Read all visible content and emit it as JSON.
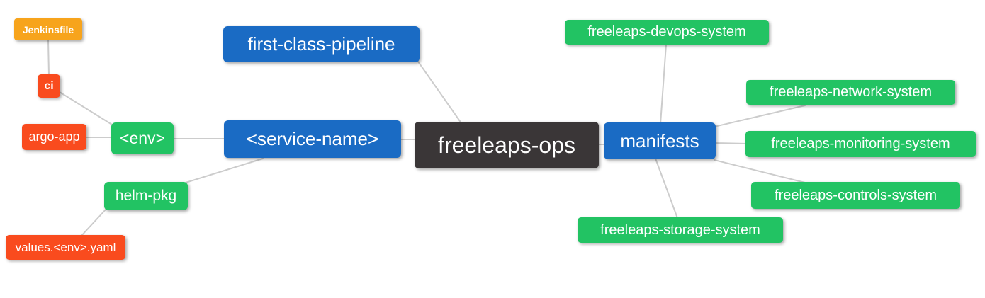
{
  "diagram": {
    "type": "mind-map",
    "background": "#ffffff",
    "edge_color": "#cccccc",
    "palette": {
      "root_dark": "#3a3637",
      "branch_blue": "#1a6bc4",
      "leaf_green": "#22c363",
      "leaf_red": "#f94b1e",
      "leaf_orange": "#f7a41c"
    },
    "nodes": {
      "jenkinsfile": {
        "label": "Jenkinsfile",
        "color": "#f7a41c"
      },
      "ci": {
        "label": "ci",
        "color": "#f94b1e"
      },
      "argo_app": {
        "label": "argo-app",
        "color": "#f94b1e"
      },
      "env": {
        "label": "<env>",
        "color": "#22c363"
      },
      "helm_pkg": {
        "label": "helm-pkg",
        "color": "#22c363"
      },
      "values_env_yaml": {
        "label": "values.<env>.yaml",
        "color": "#f94b1e"
      },
      "first_class_pipeline": {
        "label": "first-class-pipeline",
        "color": "#1a6bc4"
      },
      "service_name": {
        "label": "<service-name>",
        "color": "#1a6bc4"
      },
      "freeleaps_ops": {
        "label": "freeleaps-ops",
        "color": "#3a3637"
      },
      "manifests": {
        "label": "manifests",
        "color": "#1a6bc4"
      },
      "devops_system": {
        "label": "freeleaps-devops-system",
        "color": "#22c363"
      },
      "network_system": {
        "label": "freeleaps-network-system",
        "color": "#22c363"
      },
      "monitoring_system": {
        "label": "freeleaps-monitoring-system",
        "color": "#22c363"
      },
      "controls_system": {
        "label": "freeleaps-controls-system",
        "color": "#22c363"
      },
      "storage_system": {
        "label": "freeleaps-storage-system",
        "color": "#22c363"
      }
    },
    "edges": [
      [
        "jenkinsfile",
        "ci"
      ],
      [
        "ci",
        "env"
      ],
      [
        "argo_app",
        "env"
      ],
      [
        "env",
        "service_name"
      ],
      [
        "service_name",
        "helm_pkg"
      ],
      [
        "helm_pkg",
        "values_env_yaml"
      ],
      [
        "service_name",
        "freeleaps_ops"
      ],
      [
        "first_class_pipeline",
        "freeleaps_ops"
      ],
      [
        "freeleaps_ops",
        "manifests"
      ],
      [
        "manifests",
        "devops_system"
      ],
      [
        "manifests",
        "network_system"
      ],
      [
        "manifests",
        "monitoring_system"
      ],
      [
        "manifests",
        "controls_system"
      ],
      [
        "manifests",
        "storage_system"
      ]
    ]
  }
}
